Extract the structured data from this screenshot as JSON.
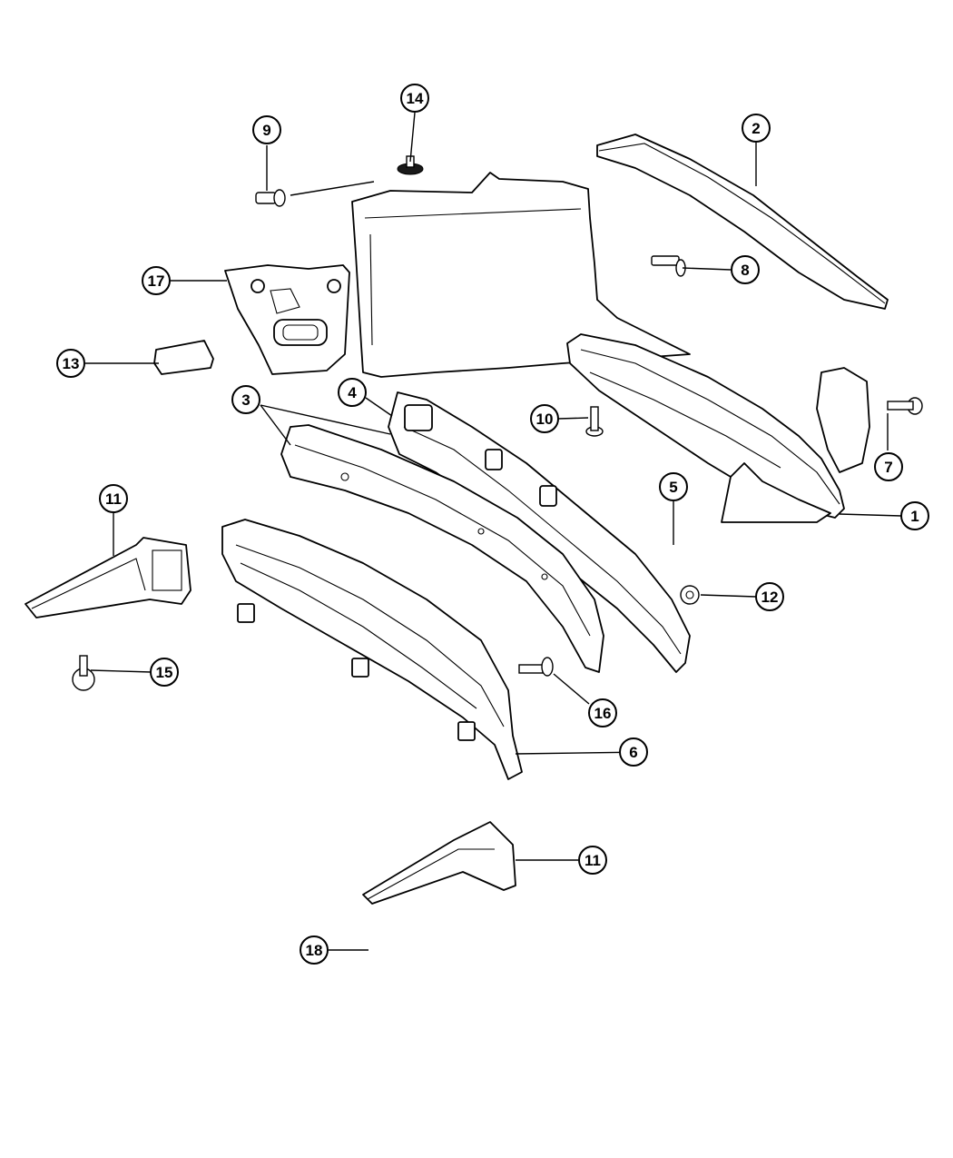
{
  "callouts": [
    {
      "label": "1"
    },
    {
      "label": "2"
    },
    {
      "label": "3"
    },
    {
      "label": "4"
    },
    {
      "label": "5"
    },
    {
      "label": "6"
    },
    {
      "label": "7"
    },
    {
      "label": "8"
    },
    {
      "label": "9"
    },
    {
      "label": "10"
    },
    {
      "label": "11"
    },
    {
      "label": "11"
    },
    {
      "label": "12"
    },
    {
      "label": "13"
    },
    {
      "label": "14"
    },
    {
      "label": "15"
    },
    {
      "label": "16"
    },
    {
      "label": "17"
    },
    {
      "label": "18"
    }
  ]
}
